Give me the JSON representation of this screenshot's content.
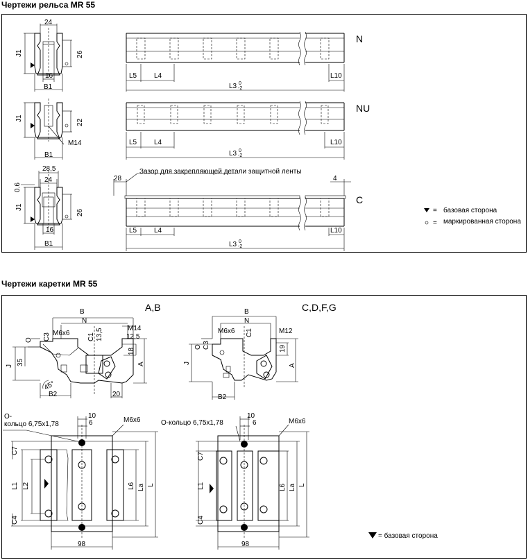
{
  "rail_section": {
    "title": "Чертежи рельса MR 55",
    "types": [
      "N",
      "NU",
      "C"
    ],
    "dims": {
      "w24": "24",
      "w16": "16",
      "b1": "B1",
      "j1": "J1",
      "h26": "26",
      "h22": "22",
      "m14": "M14",
      "w28_5": "28,5",
      "d0_6": "0.6",
      "l5": "L5",
      "l4": "L4",
      "l10": "L10",
      "l3": "L3",
      "l3_tol_upper": "0",
      "l3_tol_lower": "-2",
      "d28": "28",
      "d4": "4"
    },
    "gap_note": "Зазор для закрепляющей детали защитной ленты",
    "legend": {
      "base_side": "базовая сторона",
      "marked_side": "маркированная сторона",
      "eq": "="
    }
  },
  "carriage_section": {
    "title": "Чертежи каретки MR 55",
    "type_ab": "A,B",
    "type_cdfg": "C,D,F,G",
    "dims": {
      "b": "B",
      "n": "N",
      "m6x6": "M6x6",
      "m14": "M14",
      "m12": "M12",
      "c3": "C3",
      "c1": "C1",
      "o": "O",
      "j": "J",
      "a": "A",
      "b2": "B2",
      "d35": "35",
      "d13_5": "13,5",
      "d12_5": "12,5",
      "d18": "18",
      "d19": "19",
      "d20": "20",
      "deg45": "45°",
      "oring_ab_1": "O-",
      "oring_ab_2": "кольцо 6,75x1,78",
      "oring_cd": "O-кольцо 6,75x1,78",
      "d10": "10",
      "d6": "6",
      "c7": "C7",
      "c4": "C4",
      "l1": "L1",
      "l2": "L2",
      "l6": "L6",
      "la": "La",
      "l": "L",
      "d98": "98"
    },
    "legend_base": "= базовая сторона"
  }
}
